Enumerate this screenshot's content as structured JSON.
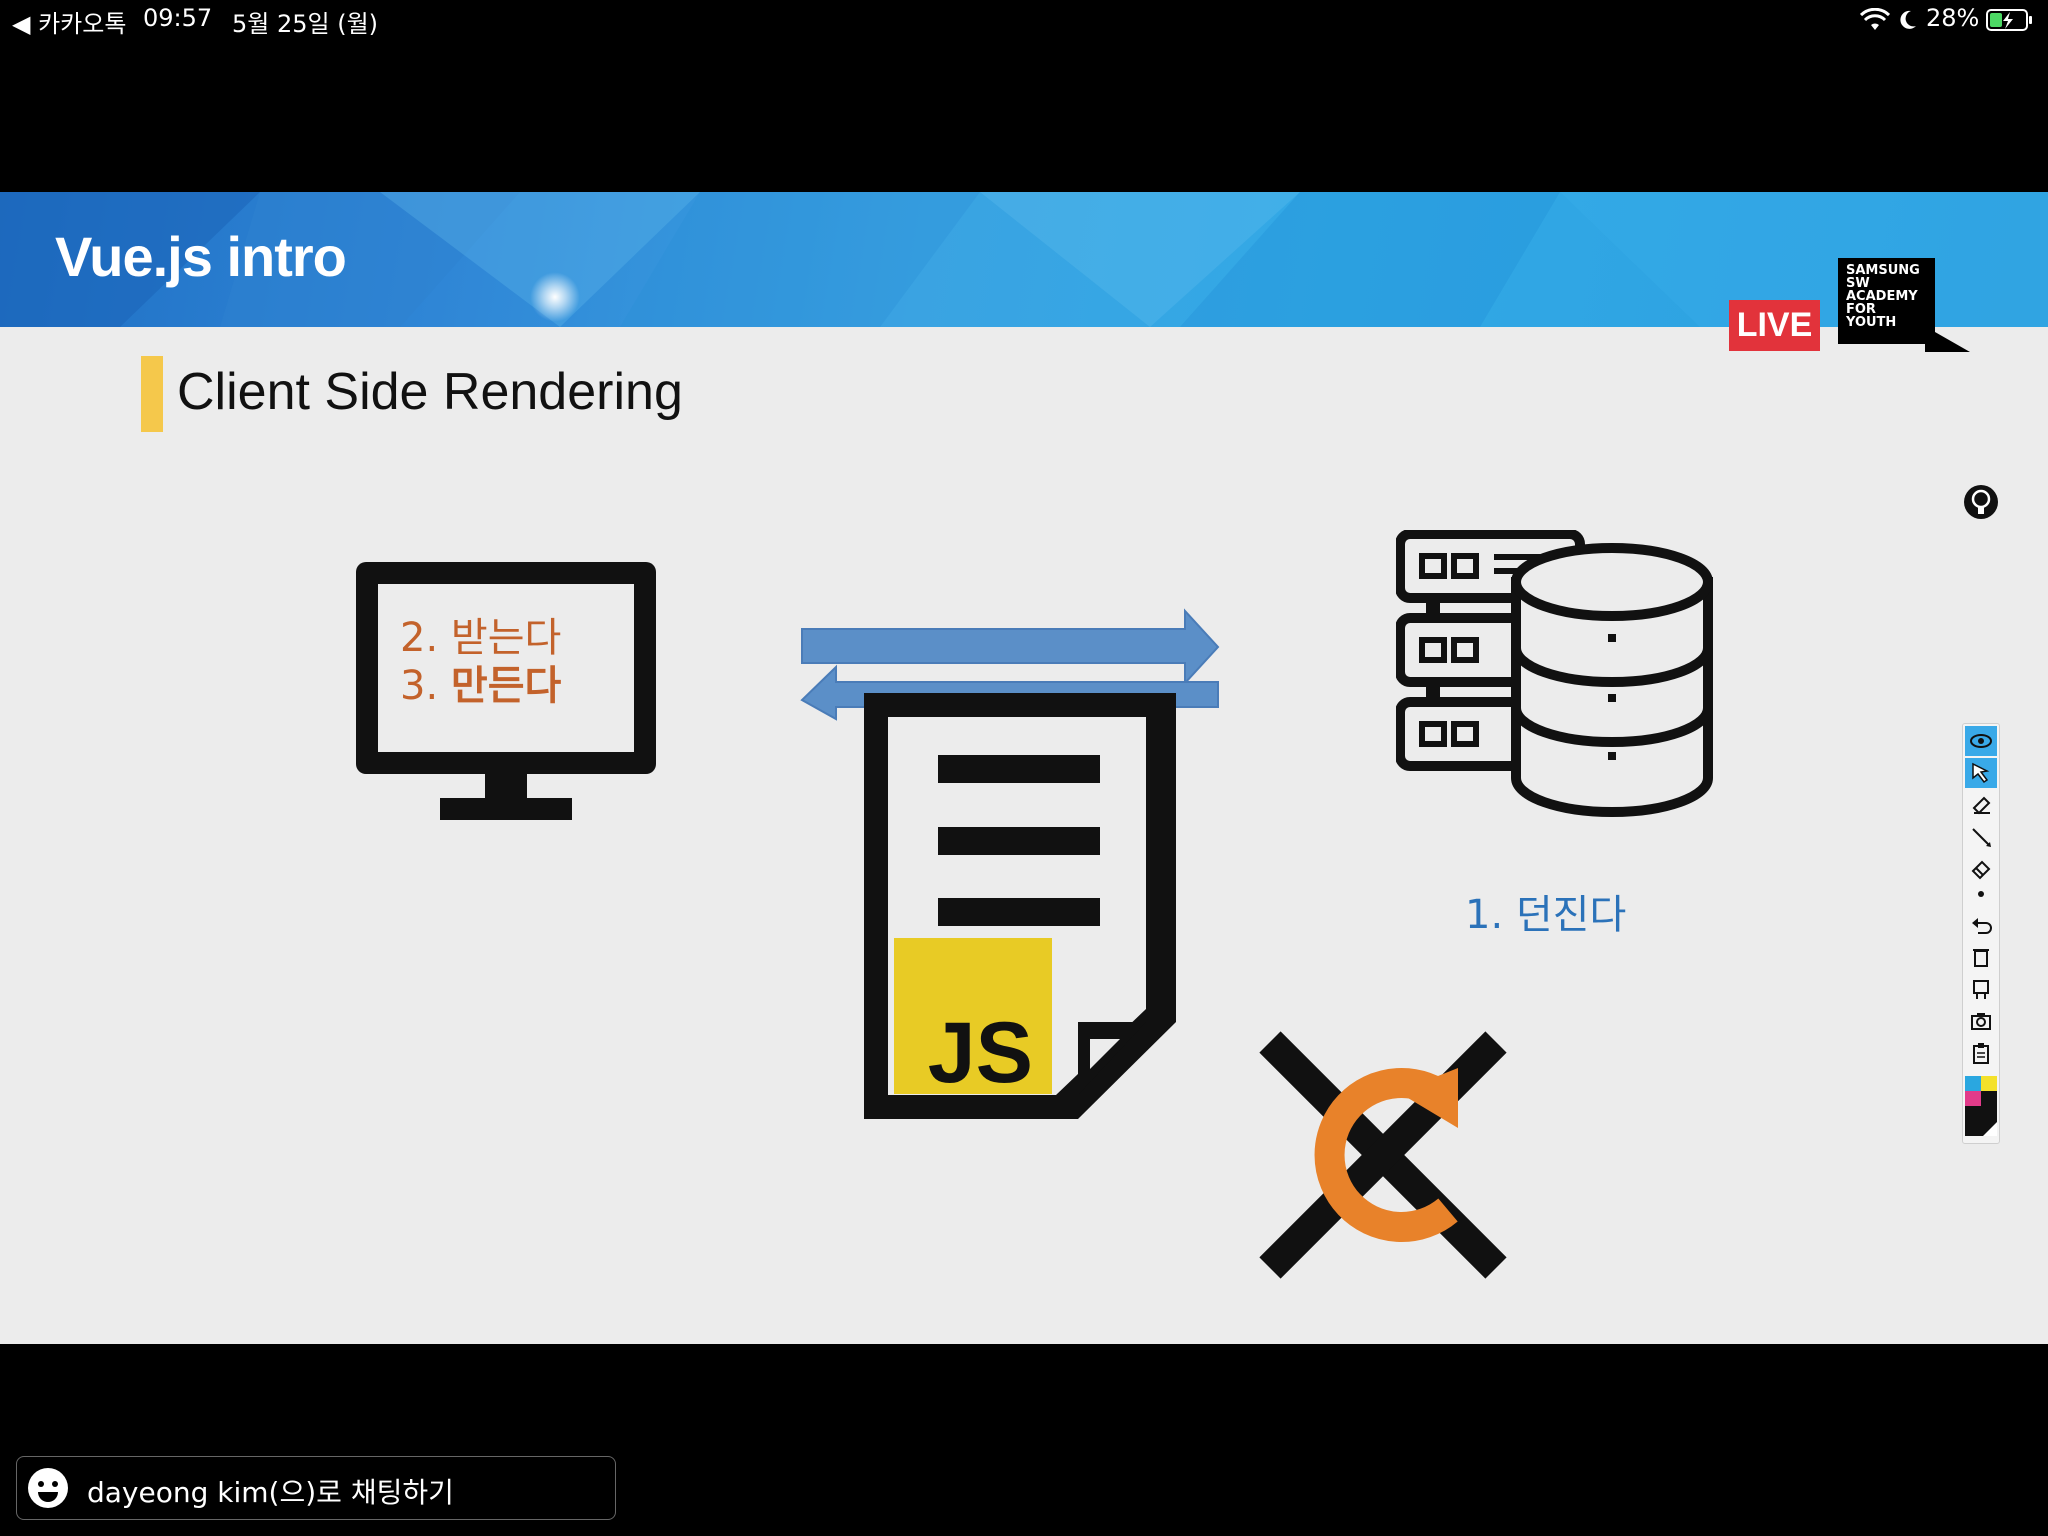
{
  "status_bar": {
    "back_app": "◀ 카카오톡",
    "time": "09:57",
    "date": "5월 25일 (월)",
    "battery": "28%"
  },
  "slide": {
    "banner_title": "Vue.js intro",
    "section_title": "Client Side Rendering",
    "live_badge": "LIVE",
    "logo_lines": [
      "SAMSUNG",
      "SW",
      "ACADEMY",
      "FOR",
      "YOUTH"
    ],
    "monitor": {
      "line1_num": "2.",
      "line1_text": "받는다",
      "line2_num": "3.",
      "line2_text": "만든다"
    },
    "js_label": "JS",
    "server_label": "1.  던진다",
    "colors": {
      "banner": "#2f96dc",
      "accent_bar": "#f5c84b",
      "monitor_text": "#c3622b",
      "server_text": "#2b72b9",
      "arrow": "#5b8fc8",
      "js_yellow": "#e8cb25",
      "reload_orange": "#e8822a",
      "live_red": "#e2333b"
    }
  },
  "toolbar": {
    "tools": [
      "eye-icon",
      "pointer-icon",
      "highlighter-icon",
      "pen-icon",
      "eraser-icon",
      "dot-icon",
      "undo-icon",
      "trash-icon",
      "clear-icon",
      "camera-icon",
      "clipboard-icon",
      "color-palette-icon"
    ]
  },
  "chat": {
    "placeholder": "dayeong kim(으)로 채팅하기"
  }
}
